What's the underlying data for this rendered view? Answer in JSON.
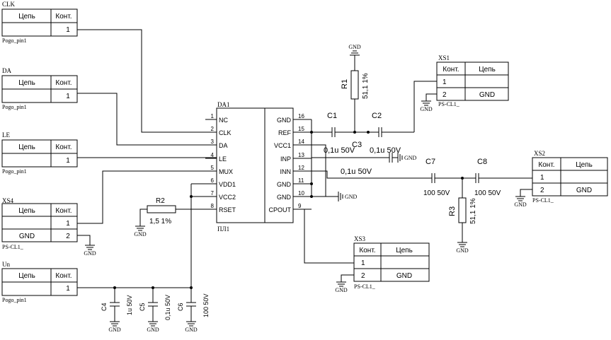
{
  "signals": {
    "clk": "CLK",
    "da": "DA",
    "le": "LE",
    "un": "Un"
  },
  "connector": {
    "col_net": "Цепь",
    "col_pin": "Конт.",
    "pin1": "1",
    "pin2": "2",
    "gnd": "GND"
  },
  "pogo": "Pogo_pin1",
  "pscl": "PS-CL1_",
  "xs": {
    "xs1": "XS1",
    "xs2": "XS2",
    "xs3": "XS3",
    "xs4": "XS4"
  },
  "ic": {
    "ref": "DA1",
    "footer": "ПЛ1",
    "left_pins": [
      {
        "num": "1",
        "name": "NC"
      },
      {
        "num": "2",
        "name": "CLK"
      },
      {
        "num": "3",
        "name": "DA"
      },
      {
        "num": "4",
        "name": "LE"
      },
      {
        "num": "5",
        "name": "MUX"
      },
      {
        "num": "6",
        "name": "VDD1"
      },
      {
        "num": "7",
        "name": "VCC2"
      },
      {
        "num": "8",
        "name": "RSET"
      }
    ],
    "right_pins": [
      {
        "num": "16",
        "name": "GND"
      },
      {
        "num": "15",
        "name": "REF"
      },
      {
        "num": "14",
        "name": "VCC1"
      },
      {
        "num": "13",
        "name": "INP"
      },
      {
        "num": "12",
        "name": "INN"
      },
      {
        "num": "11",
        "name": "GND"
      },
      {
        "num": "10",
        "name": "GND"
      },
      {
        "num": "9",
        "name": "CPOUT"
      }
    ]
  },
  "parts": {
    "r1": {
      "ref": "R1",
      "value": "51,1 1%"
    },
    "r2": {
      "ref": "R2",
      "value": "1,5 1%"
    },
    "r3": {
      "ref": "R3",
      "value": "51,1 1%"
    },
    "c1": {
      "ref": "C1",
      "value": "0,1u 50V"
    },
    "c2": {
      "ref": "C2",
      "value": "0,1u 50V"
    },
    "c3": {
      "ref": "C3",
      "value": "0,1u 50V"
    },
    "c4": {
      "ref": "C4",
      "value": "1u 50V"
    },
    "c5": {
      "ref": "C5",
      "value": "0,1u 50V"
    },
    "c6": {
      "ref": "C6",
      "value": "100 50V"
    },
    "c7": {
      "ref": "C7",
      "value": "100 50V"
    },
    "c8": {
      "ref": "C8",
      "value": "100 50V"
    }
  },
  "gnd": "GND"
}
